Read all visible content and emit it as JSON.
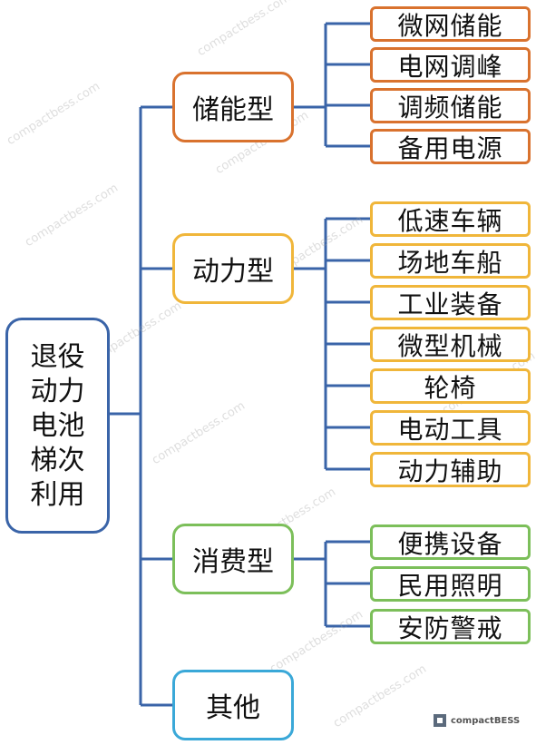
{
  "root": {
    "label": "退役\n动力\n电池\n梯次\n利用"
  },
  "colors": {
    "line": "#3a64a8",
    "storage": "#d9722e",
    "power": "#f0b63a",
    "consumer": "#7cbf5a",
    "other": "#3aa8d8"
  },
  "categories": [
    {
      "label": "储能型",
      "color": "#d9722e",
      "leaves": [
        "微网储能",
        "电网调峰",
        "调频储能",
        "备用电源"
      ]
    },
    {
      "label": "动力型",
      "color": "#f0b63a",
      "leaves": [
        "低速车辆",
        "场地车船",
        "工业装备",
        "微型机械",
        "轮椅",
        "电动工具",
        "动力辅助"
      ]
    },
    {
      "label": "消费型",
      "color": "#7cbf5a",
      "leaves": [
        "便携设备",
        "民用照明",
        "安防警戒"
      ]
    },
    {
      "label": "其他",
      "color": "#3aa8d8",
      "leaves": []
    }
  ],
  "watermark": {
    "text": "compactbess.com"
  },
  "logo": {
    "text": "compactBESS",
    "icon": "compactbess-logo-icon"
  }
}
